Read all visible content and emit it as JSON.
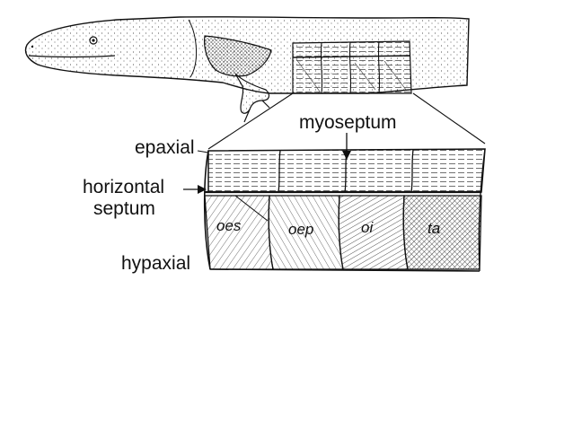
{
  "labels": {
    "myoseptum": "myoseptum",
    "epaxial": "epaxial",
    "horizontal_1": "horizontal",
    "horizontal_2": "septum",
    "hypaxial": "hypaxial"
  },
  "segments": {
    "oes": "oes",
    "oep": "oep",
    "oi": "oi",
    "ta": "ta"
  },
  "colors": {
    "ink": "#111111",
    "background": "#ffffff"
  }
}
